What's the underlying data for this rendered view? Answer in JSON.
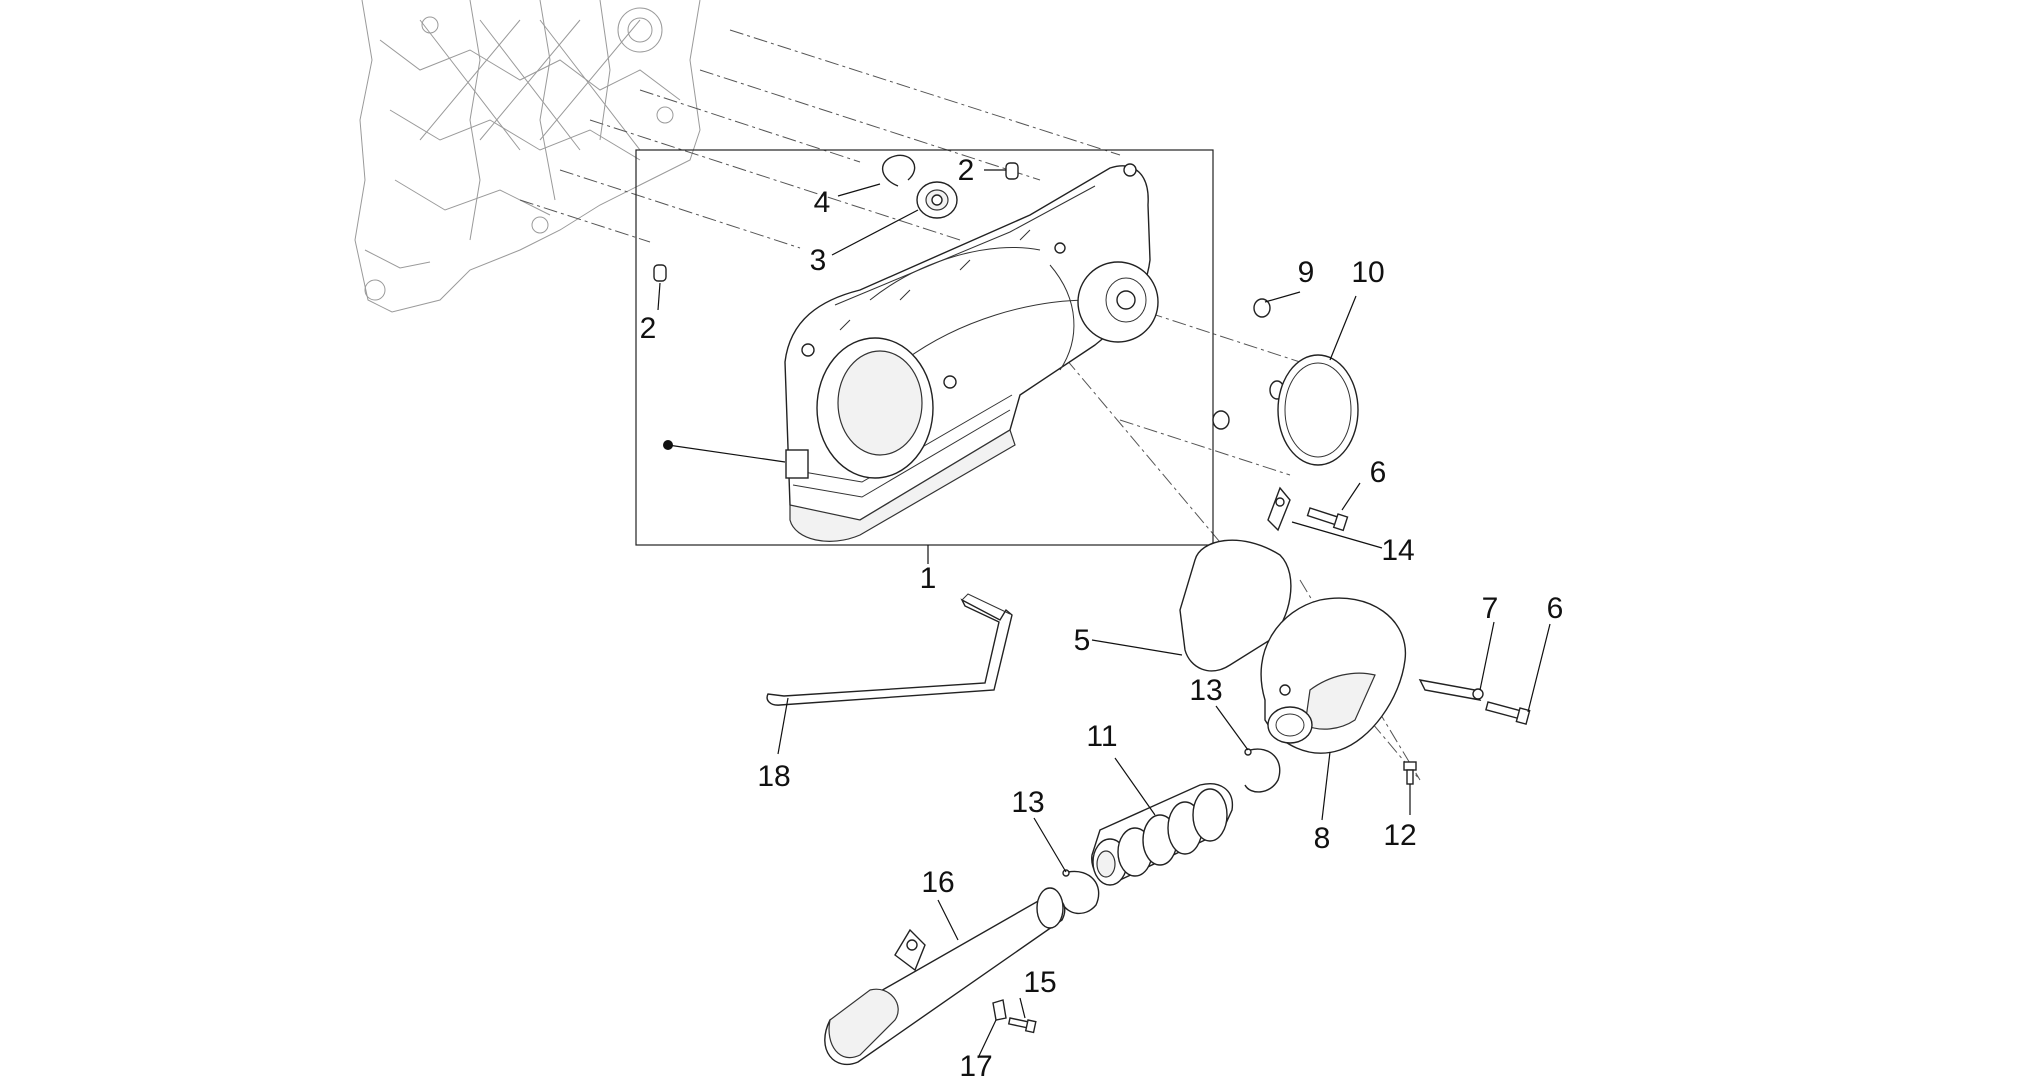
{
  "diagram": {
    "callouts": [
      {
        "id": "c1",
        "text": "1"
      },
      {
        "id": "c2a",
        "text": "2"
      },
      {
        "id": "c2b",
        "text": "2"
      },
      {
        "id": "c3",
        "text": "3"
      },
      {
        "id": "c4",
        "text": "4"
      },
      {
        "id": "c5",
        "text": "5"
      },
      {
        "id": "c6a",
        "text": "6"
      },
      {
        "id": "c6b",
        "text": "6"
      },
      {
        "id": "c7",
        "text": "7"
      },
      {
        "id": "c8",
        "text": "8"
      },
      {
        "id": "c9",
        "text": "9"
      },
      {
        "id": "c10",
        "text": "10"
      },
      {
        "id": "c11",
        "text": "11"
      },
      {
        "id": "c12",
        "text": "12"
      },
      {
        "id": "c13a",
        "text": "13"
      },
      {
        "id": "c13b",
        "text": "13"
      },
      {
        "id": "c14",
        "text": "14"
      },
      {
        "id": "c15",
        "text": "15"
      },
      {
        "id": "c16",
        "text": "16"
      },
      {
        "id": "c17",
        "text": "17"
      },
      {
        "id": "c18",
        "text": "18"
      }
    ]
  }
}
